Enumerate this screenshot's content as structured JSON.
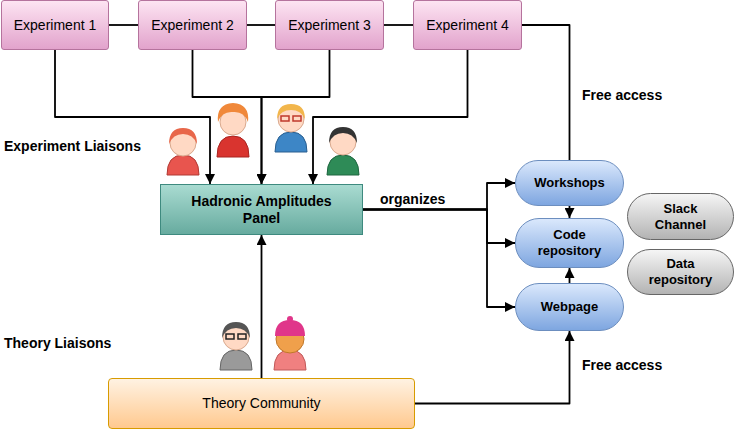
{
  "diagram": {
    "nodes": [
      {
        "text": [
          "Experiment 1"
        ]
      },
      {
        "text": [
          "Experiment 2"
        ]
      },
      {
        "text": [
          "Experiment 3"
        ]
      },
      {
        "text": [
          "Experiment 4"
        ]
      },
      {
        "text": [
          "Hadronic Amplitudes Panel"
        ]
      },
      {
        "text": [
          "Workshops"
        ]
      },
      {
        "text": [
          "Code repository"
        ]
      },
      {
        "text": [
          "Webpage"
        ]
      },
      {
        "text": [
          "Slack Channel"
        ]
      },
      {
        "text": [
          "Data repository"
        ]
      },
      {
        "text": [
          "Theory Community"
        ]
      }
    ],
    "edges": [
      {
        "from": 0,
        "to": 1,
        "arrow": "none"
      },
      {
        "from": 1,
        "to": 2,
        "arrow": "none"
      },
      {
        "from": 2,
        "to": 3,
        "arrow": "none"
      },
      {
        "from": 0,
        "to": 4,
        "arrow": "to"
      },
      {
        "from": 1,
        "to": 4,
        "arrow": "to"
      },
      {
        "from": 2,
        "to": 4,
        "arrow": "to"
      },
      {
        "from": 3,
        "to": 4,
        "arrow": "to"
      },
      {
        "from": 3,
        "to": 6,
        "label": "Free access",
        "arrow": "to"
      },
      {
        "from": 4,
        "to": 5,
        "label": "organizes",
        "arrow": "to"
      },
      {
        "from": 4,
        "to": 6,
        "arrow": "to"
      },
      {
        "from": 4,
        "to": 7,
        "arrow": "to"
      },
      {
        "from": 10,
        "to": 4,
        "arrow": "to"
      },
      {
        "from": 10,
        "to": 7,
        "label": "Free access",
        "arrow": "to"
      },
      {
        "from": 7,
        "to": 6,
        "arrow": "to"
      }
    ],
    "labels": [
      "Experiment Liaisons",
      "Theory Liaisons"
    ]
  }
}
